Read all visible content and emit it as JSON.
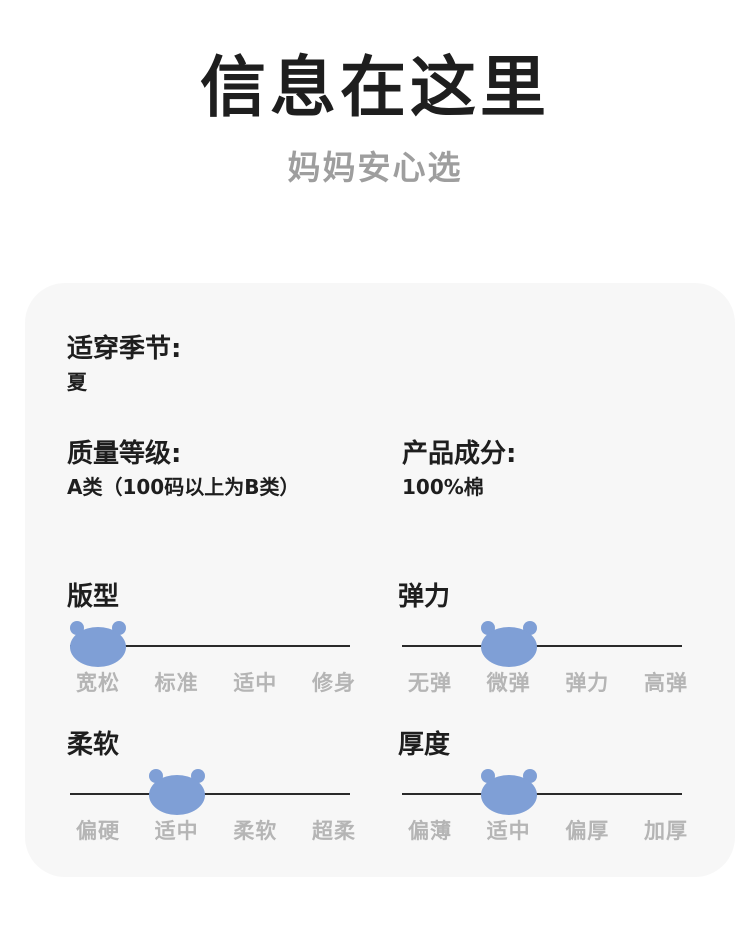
{
  "header": {
    "title": "信息在这里",
    "subtitle": "妈妈安心选"
  },
  "info": {
    "season": {
      "label": "适穿季节:",
      "value": "夏"
    },
    "quality": {
      "label": "质量等级:",
      "value": "A类（100码以上为B类）"
    },
    "material": {
      "label": "产品成分:",
      "value": "100%棉"
    }
  },
  "scales": {
    "fit": {
      "label": "版型",
      "options": [
        "宽松",
        "标准",
        "适中",
        "修身"
      ],
      "selected_index": 0
    },
    "elasticity": {
      "label": "弹力",
      "options": [
        "无弹",
        "微弹",
        "弹力",
        "高弹"
      ],
      "selected_index": 1
    },
    "softness": {
      "label": "柔软",
      "options": [
        "偏硬",
        "适中",
        "柔软",
        "超柔"
      ],
      "selected_index": 1
    },
    "thickness": {
      "label": "厚度",
      "options": [
        "偏薄",
        "适中",
        "偏厚",
        "加厚"
      ],
      "selected_index": 1
    }
  },
  "colors": {
    "bear": "#7f9fd6",
    "text": "#1e1e1e",
    "muted": "#b5b5b5",
    "card": "#f7f7f7"
  },
  "icons": {
    "marker": "bear-head-icon"
  }
}
